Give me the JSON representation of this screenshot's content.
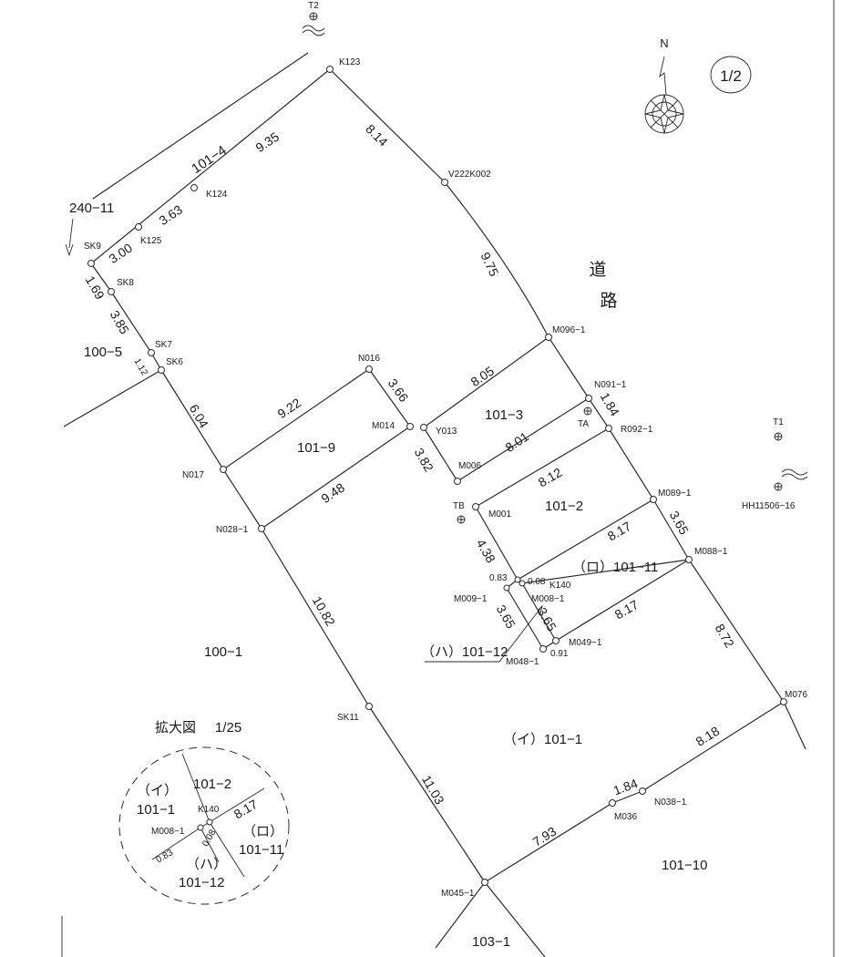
{
  "sheet": "1/2",
  "north": "N",
  "road": [
    "道",
    "路"
  ],
  "enlarged_title": "拡大図",
  "enlarged_scale": "1/25",
  "points": {
    "T2": "T2",
    "K123": "K123",
    "V222K002": "V222K002",
    "K124": "K124",
    "K125": "K125",
    "SK9": "SK9",
    "SK8": "SK8",
    "SK7": "SK7",
    "SK6": "SK6",
    "N016": "N016",
    "M014": "M014",
    "Y013": "Y013",
    "M096_1": "M096−1",
    "N091_1": "N091−1",
    "TA": "TA",
    "R092_1": "R092−1",
    "T1": "T1",
    "HH11506_16": "HH11506−16",
    "N017": "N017",
    "M006": "M006",
    "M089_1": "M089−1",
    "TB": "TB",
    "M001": "M001",
    "N028_1": "N028−1",
    "M088_1": "M088−1",
    "K140": "K140",
    "M009_1": "M009−1",
    "M008_1": "M008−1",
    "M049_1": "M049−1",
    "M048_1": "M048−1",
    "M076": "M076",
    "SK11": "SK11",
    "M036": "M036",
    "N038_1": "N038−1",
    "M045_1": "M045−1"
  },
  "distances": {
    "d814": "8.14",
    "d935": "9.35",
    "d363": "3.63",
    "d300": "3.00",
    "d169": "1.69",
    "d385": "3.85",
    "d112": "1.12",
    "d604": "6.04",
    "d922": "9.22",
    "d366": "3.66",
    "d975": "9.75",
    "d805": "8.05",
    "d184a": "1.84",
    "d801": "8.01",
    "d382": "3.82",
    "d948": "9.48",
    "d812": "8.12",
    "d438": "4.38",
    "d817a": "8.17",
    "d365a": "3.65",
    "d083": "0.83",
    "d008": "0.08",
    "d365b": "3.65",
    "d365c": "3.65",
    "d817b": "8.17",
    "d091": "0.91",
    "d872": "8.72",
    "d1082": "10.82",
    "d1103": "11.03",
    "d818": "8.18",
    "d184b": "1.84",
    "d793": "7.93"
  },
  "lots": {
    "l101_4": "101−4",
    "l240_11": "240−11",
    "l100_5": "100−5",
    "l101_3": "101−3",
    "l101_9": "101−9",
    "l101_2": "101−2",
    "l101_11": "（ロ）101−11",
    "l101_12": "（ハ）101−12",
    "l100_1": "100−1",
    "l101_1": "（イ）101−1",
    "l101_10": "101−10",
    "l103_1": "103−1"
  },
  "enlarged": {
    "i": "（イ）",
    "i_lot": "101−1",
    "lot_101_2": "101−2",
    "k140": "K140",
    "d817": "8.17",
    "m008": "M008−1",
    "d008": "0.08",
    "ro": "（ロ）",
    "ro_lot": "101−11",
    "d083": "0.83",
    "ha": "（ハ）",
    "ha_lot": "101−12"
  }
}
